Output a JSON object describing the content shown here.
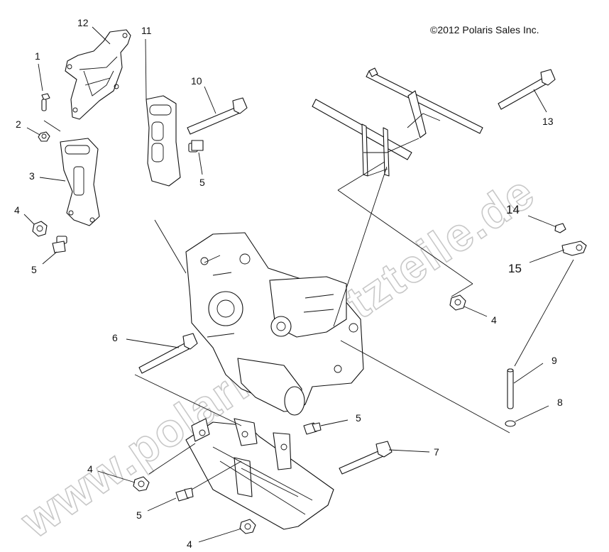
{
  "copyright": "©2012 Polaris Sales Inc.",
  "watermark": "www.polarisersatzteile.de",
  "callouts": [
    {
      "id": "c1",
      "text": "1"
    },
    {
      "id": "c2",
      "text": "2"
    },
    {
      "id": "c3",
      "text": "3"
    },
    {
      "id": "c4a",
      "text": "4"
    },
    {
      "id": "c5a",
      "text": "5"
    },
    {
      "id": "c12",
      "text": "12"
    },
    {
      "id": "c11",
      "text": "11"
    },
    {
      "id": "c10",
      "text": "10"
    },
    {
      "id": "c5b",
      "text": "5"
    },
    {
      "id": "c13",
      "text": "13"
    },
    {
      "id": "c14",
      "text": "14"
    },
    {
      "id": "c15",
      "text": "15"
    },
    {
      "id": "c4b",
      "text": "4"
    },
    {
      "id": "c6",
      "text": "6"
    },
    {
      "id": "c9",
      "text": "9"
    },
    {
      "id": "c8",
      "text": "8"
    },
    {
      "id": "c5c",
      "text": "5"
    },
    {
      "id": "c7",
      "text": "7"
    },
    {
      "id": "c4c",
      "text": "4"
    },
    {
      "id": "c5d",
      "text": "5"
    },
    {
      "id": "c4d",
      "text": "4"
    }
  ]
}
